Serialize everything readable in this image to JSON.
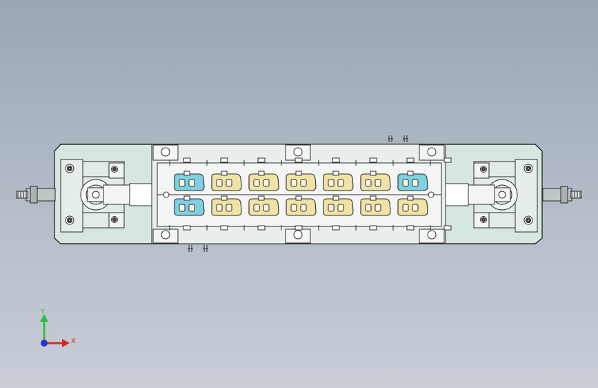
{
  "viewport": {
    "background_top": "#9aa6b5",
    "background_bottom": "#c9ced7"
  },
  "assembly": {
    "base_color": "#d8e6e0",
    "outline_color": "#2b2b2b",
    "pocket_part_color": "#f1e2a6",
    "highlight_part_color": "#7fd0e0",
    "clamp_bar_color": "#f4f4f4",
    "rod_color": "#bfc6c6",
    "pockets": {
      "top_row": [
        "highlight",
        "part",
        "part",
        "part",
        "part",
        "part",
        "highlight"
      ],
      "bottom_row": [
        "highlight",
        "part",
        "part",
        "part",
        "part",
        "part",
        "part"
      ]
    }
  },
  "triad": {
    "y_label": "Y",
    "x_label": "X",
    "y_color": "#2fbf3f",
    "x_color": "#e02525",
    "z_color": "#2233dd"
  }
}
